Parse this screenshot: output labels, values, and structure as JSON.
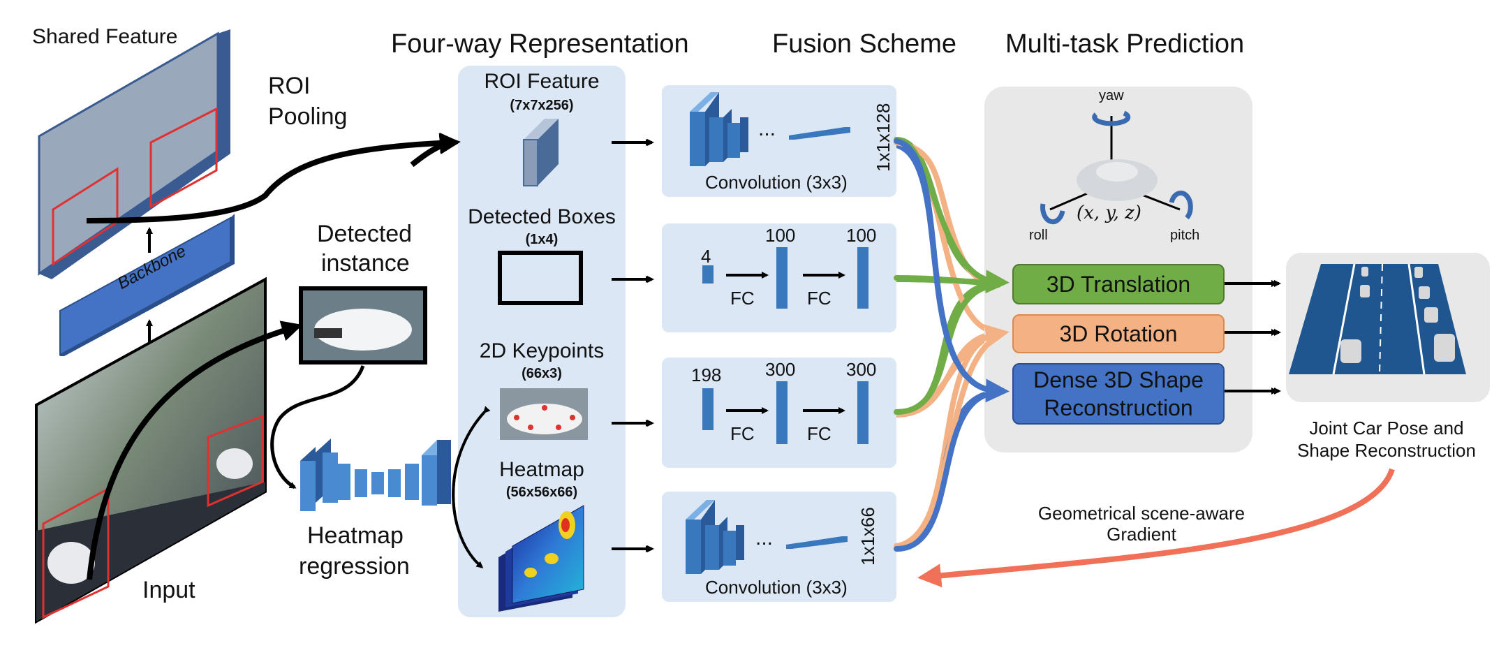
{
  "headers": {
    "shared_feature": "Shared Feature",
    "four_way": "Four-way Representation",
    "fusion": "Fusion Scheme",
    "multitask": "Multi-task Prediction"
  },
  "left": {
    "roi_pooling_1": "ROI",
    "roi_pooling_2": "Pooling",
    "backbone": "Backbone",
    "detected_1": "Detected",
    "detected_2": "instance",
    "heatmap_reg_1": "Heatmap",
    "heatmap_reg_2": "regression",
    "input": "Input"
  },
  "representation": {
    "roi_title": "ROI Feature",
    "roi_dims": "(7x7x256)",
    "boxes_title": "Detected Boxes",
    "boxes_dims": "(1x4)",
    "kp_title": "2D Keypoints",
    "kp_dims": "(66x3)",
    "hm_title": "Heatmap",
    "hm_dims": "(56x56x66)"
  },
  "fusion": {
    "conv_label_top": "Convolution (3x3)",
    "conv_out_top": "1x1x128",
    "dots": "...",
    "fc": "FC",
    "box_in": "4",
    "box_h1": "100",
    "box_h2": "100",
    "kp_in": "198",
    "kp_h1": "300",
    "kp_h2": "300",
    "conv_label_bottom": "Convolution (3x3)",
    "conv_out_bottom": "1x1x66"
  },
  "prediction": {
    "yaw": "yaw",
    "roll": "roll",
    "pitch": "pitch",
    "xyz": "(x, y, z)",
    "translation": "3D Translation",
    "rotation": "3D Rotation",
    "shape_1": "Dense 3D Shape",
    "shape_2": "Reconstruction"
  },
  "output": {
    "joint_1": "Joint Car Pose and",
    "joint_2": "Shape Reconstruction",
    "gradient_1": "Geometrical scene-aware",
    "gradient_2": "Gradient"
  },
  "colors": {
    "panel": "#dbe7f5",
    "block": "#3a78bd",
    "translation": "#70ad47",
    "rotation": "#f4b183",
    "shape": "#4472c4",
    "gradient": "#f07058",
    "road": "#1f5690"
  }
}
